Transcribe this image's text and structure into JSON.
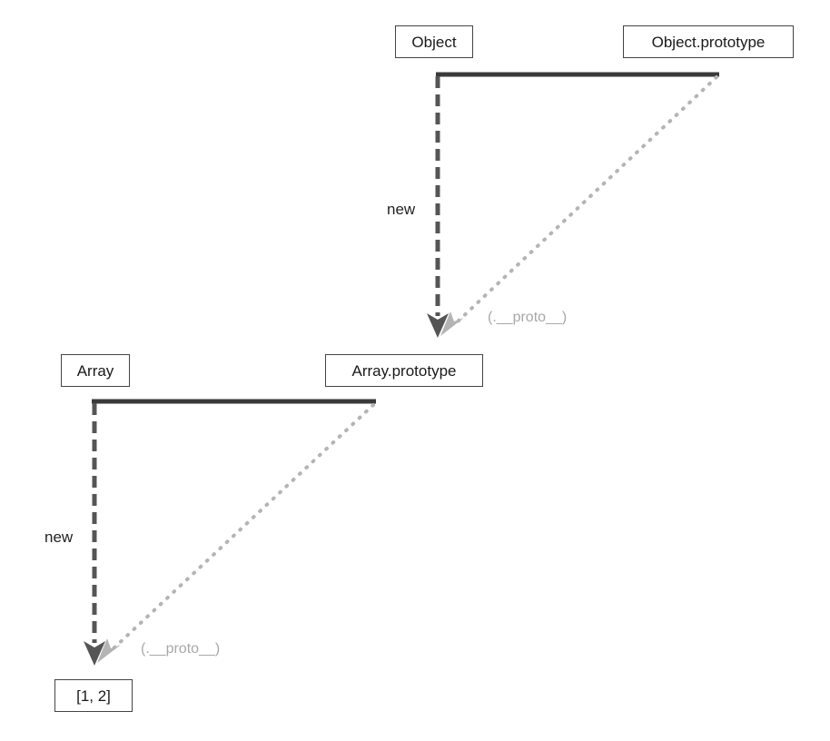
{
  "nodes": {
    "object": "Object",
    "object_prototype": "Object.prototype",
    "array": "Array",
    "array_prototype": "Array.prototype",
    "instance": "[1, 2]"
  },
  "edge_labels": {
    "new_upper": "new",
    "new_lower": "new",
    "proto_upper": "(.__proto__)",
    "proto_lower": "(.__proto__)"
  },
  "colors": {
    "solid_link": "#3a3a3a",
    "new_arrow": "#555555",
    "proto_arrow": "#b4b4b4",
    "box_border": "#444444"
  }
}
